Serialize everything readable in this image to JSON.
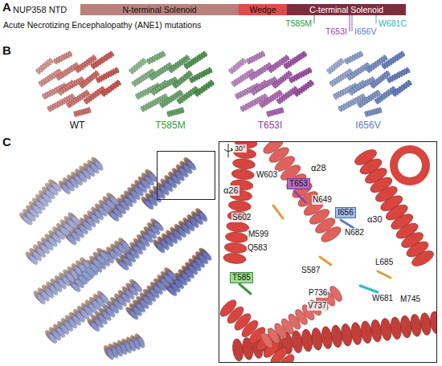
{
  "diagram": {
    "nodes": [
      {
        "text": [
          "N-terminal Solenoid"
        ]
      },
      {
        "text": [
          "Wedge"
        ]
      },
      {
        "text": [
          "C-terminal Solenoid"
        ]
      },
      {
        "text": [
          "T653"
        ]
      },
      {
        "text": [
          "I656"
        ]
      },
      {
        "text": [
          "T585"
        ]
      }
    ],
    "labels": [
      "A",
      "NUP358 NTD",
      "Acute Necrotizing Encephalopathy (ANE1) mutations",
      "T585M",
      "T653I",
      "W681C",
      "I656V",
      "B",
      "WT",
      "T585M",
      "T653I",
      "I656V",
      "C",
      "30°",
      "W603",
      "α28",
      "α26",
      "N649",
      "S602",
      "M599",
      "α30",
      "N682",
      "Q583",
      "S587",
      "L685",
      "W681",
      "P736",
      "V737",
      "M745"
    ]
  }
}
